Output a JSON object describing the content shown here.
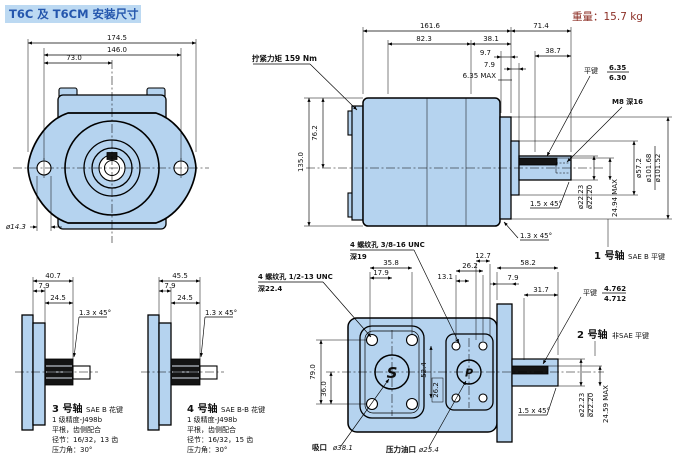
{
  "title": "T6C 及 T6CM 安装尺寸",
  "weight": "重量：15.7 kg",
  "colors": {
    "body_fill": "#b5d3ef",
    "outline": "#000000",
    "title_text": "#2456ad",
    "title_bg": "#bcd9f2",
    "weight_text": "#8c2f26"
  },
  "front": {
    "w_outer": "174.5",
    "w_holes": "146.0",
    "w_half": "73.0",
    "hole_dia": "ø14.3"
  },
  "side": {
    "torque": "拧紧力矩 159 Nm",
    "len_total": "161.6",
    "len_shaft": "71.4",
    "d82": "82.3",
    "d38_1": "38.1",
    "d9_7": "9.7",
    "d7_9": "7.9",
    "d635": "6.35 MAX",
    "d38_7": "38.7",
    "key_label": "平键",
    "key_num": "6.35",
    "key_den": "6.30",
    "m8": "M8 深16",
    "h135": "135.0",
    "h76": "76.2",
    "ch15": "1.5 x 45°",
    "ch13": "1.3 x 45°",
    "dia_num": "ø22.23",
    "dia_den": "ø22.20",
    "d2494": "24.94 MAX",
    "d572": "ø57.2",
    "pilot_num": "ø101.68",
    "pilot_den": "ø101.52",
    "shaft1": "1 号轴",
    "shaft1_type": "SAE B 平键"
  },
  "rear": {
    "thread1": "4 螺纹孔 3/8-16 UNC",
    "thread1_depth": "深19",
    "thread2": "4 螺纹孔 1/2-13 UNC",
    "thread2_depth": "深22.4",
    "d358": "35.8",
    "d179": "17.9",
    "d127": "12.7",
    "d262": "26.2",
    "d131": "13.1",
    "d582": "58.2",
    "d79": "7.9",
    "d317": "31.7",
    "key_label": "平键",
    "key_num": "4.762",
    "key_den": "4.712",
    "shaft2": "2 号轴",
    "shaft2_type": "非SAE 平键",
    "d790": "79.0",
    "d360": "36.0",
    "d524": "52.4",
    "d262b": "26.2",
    "ch15": "1.5 x 45°",
    "dia_num": "ø22.23",
    "dia_den": "ø22.20",
    "d2459": "24.59 MAX",
    "suction": "吸口",
    "suction_dia": "ø38.1",
    "pressure": "压力油口",
    "pressure_dia": "ø25.4",
    "port_s": "S",
    "port_p": "P"
  },
  "shaft3": {
    "name": "3 号轴",
    "type": "SAE B 花键",
    "spec1": "1 级精度-J498b",
    "spec2": "平根，齿侧配合",
    "spec3": "径节：16/32，13 齿",
    "spec4": "压力角：30°",
    "len": "40.7",
    "d79": "7.9",
    "d245": "24.5",
    "ch": "1.3 x 45°"
  },
  "shaft4": {
    "name": "4 号轴",
    "type": "SAE B-B 花键",
    "spec1": "1 级精度-J498b",
    "spec2": "平根，齿侧配合",
    "spec3": "径节：16/32，15 齿",
    "spec4": "压力角：30°",
    "len": "45.5",
    "d79": "7.9",
    "d245": "24.5",
    "ch": "1.3 x 45°"
  }
}
